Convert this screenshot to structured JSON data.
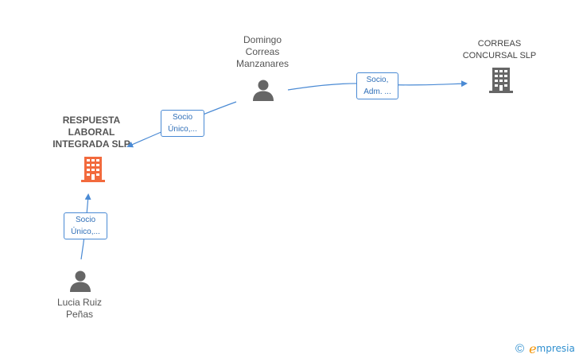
{
  "nodes": {
    "domingo": {
      "name_lines": [
        "Domingo",
        "Correas",
        "Manzanares"
      ],
      "type": "person"
    },
    "correas_concursal": {
      "name_lines": [
        "CORREAS",
        "CONCURSAL SLP"
      ],
      "type": "company"
    },
    "respuesta_laboral": {
      "name_lines": [
        "RESPUESTA",
        "LABORAL",
        "INTEGRADA SLP"
      ],
      "type": "company-highlighted"
    },
    "lucia": {
      "name_lines": [
        "Lucia Ruiz",
        "Peñas"
      ],
      "type": "person"
    }
  },
  "edges": {
    "domingo_to_correas": {
      "label_lines": [
        "Socio,",
        "Adm. ..."
      ]
    },
    "domingo_to_respuesta": {
      "label_lines": [
        "Socio",
        "Único,..."
      ]
    },
    "lucia_to_respuesta": {
      "label_lines": [
        "Socio",
        "Único,..."
      ]
    }
  },
  "colors": {
    "edge": "#4a8ad4",
    "person_icon": "#666666",
    "company_icon": "#666666",
    "highlight_company_icon": "#f26a3d",
    "label_text": "#555555"
  },
  "brand": {
    "symbol": "©",
    "e": "e",
    "text": "mpresia"
  }
}
